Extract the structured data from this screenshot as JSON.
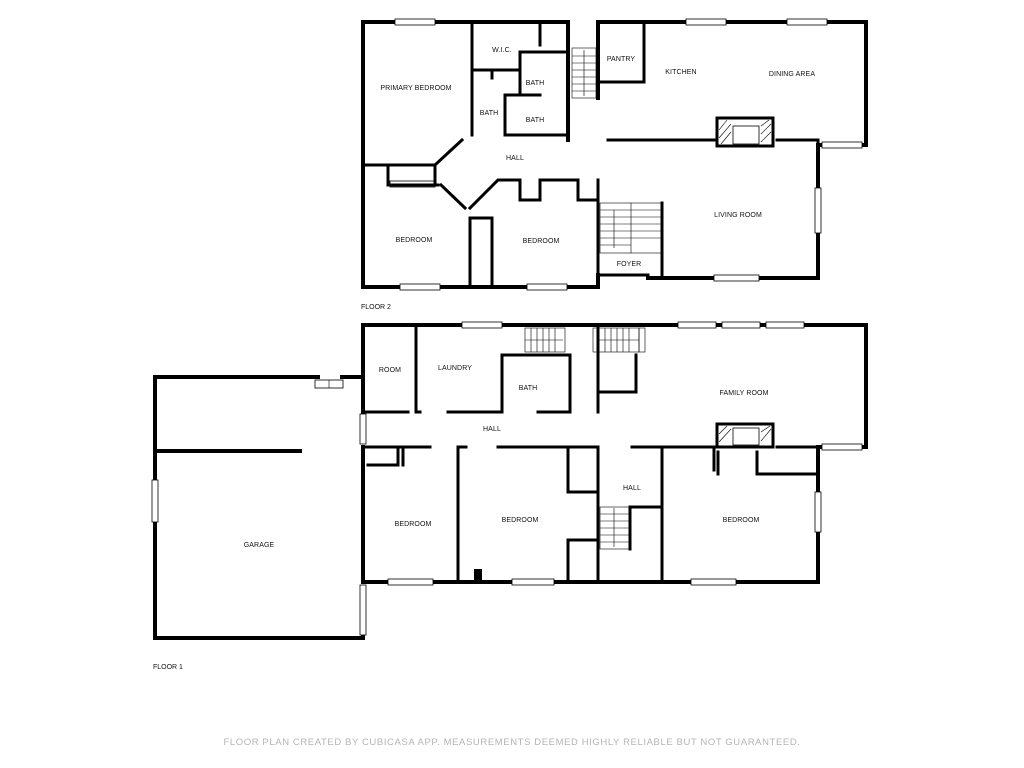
{
  "floors": {
    "floor2": {
      "label": "FLOOR 2",
      "rooms": {
        "primary_bedroom": "PRIMARY BEDROOM",
        "wic": "W.I.C.",
        "bath_top": "BATH",
        "bath_left": "BATH",
        "bath_right": "BATH",
        "pantry": "PANTRY",
        "kitchen": "KITCHEN",
        "dining_area": "DINING AREA",
        "hall": "HALL",
        "bedroom_left": "BEDROOM",
        "bedroom_mid": "BEDROOM",
        "living_room": "LIVING ROOM",
        "foyer": "FOYER"
      }
    },
    "floor1": {
      "label": "FLOOR 1",
      "rooms": {
        "room": "ROOM",
        "laundry": "LAUNDRY",
        "bath": "BATH",
        "family_room": "FAMILY ROOM",
        "hall_main": "HALL",
        "hall_small": "HALL",
        "garage": "GARAGE",
        "bedroom_1": "BEDROOM",
        "bedroom_2": "BEDROOM",
        "bedroom_3": "BEDROOM"
      }
    }
  },
  "footer": "FLOOR PLAN CREATED BY CUBICASA APP. MEASUREMENTS DEEMED HIGHLY RELIABLE BUT NOT GUARANTEED."
}
